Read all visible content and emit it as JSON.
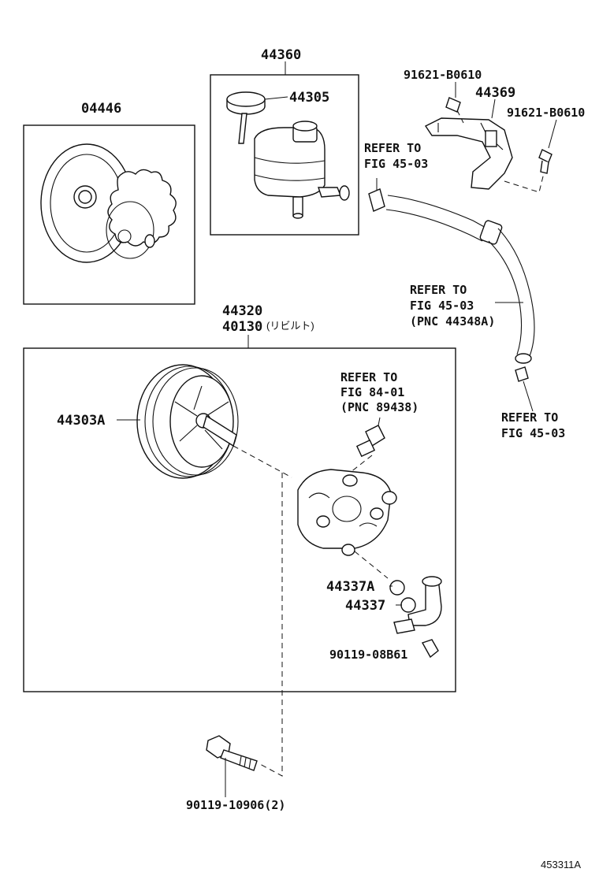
{
  "figure_code": "453311A",
  "labels": {
    "p04446": "04446",
    "p44360": "44360",
    "p44305": "44305",
    "p91621_a": "91621-B0610",
    "p44369": "44369",
    "p91621_b": "91621-B0610",
    "refer_a": [
      "REFER TO",
      "FIG 45-03"
    ],
    "refer_b": [
      "REFER TO",
      "FIG 45-03",
      "(PNC 44348A)"
    ],
    "refer_c": [
      "REFER TO",
      "FIG 45-03"
    ],
    "p44320": "44320",
    "p40130": "40130",
    "p40130_note": "(リビルト)",
    "p44303a": "44303A",
    "refer_d": [
      "REFER TO",
      "FIG 84-01",
      "(PNC 89438)"
    ],
    "p44337a": "44337A",
    "p44337": "44337",
    "p90119_08": "90119-08B61",
    "p90119_10": "90119-10906(2)"
  }
}
